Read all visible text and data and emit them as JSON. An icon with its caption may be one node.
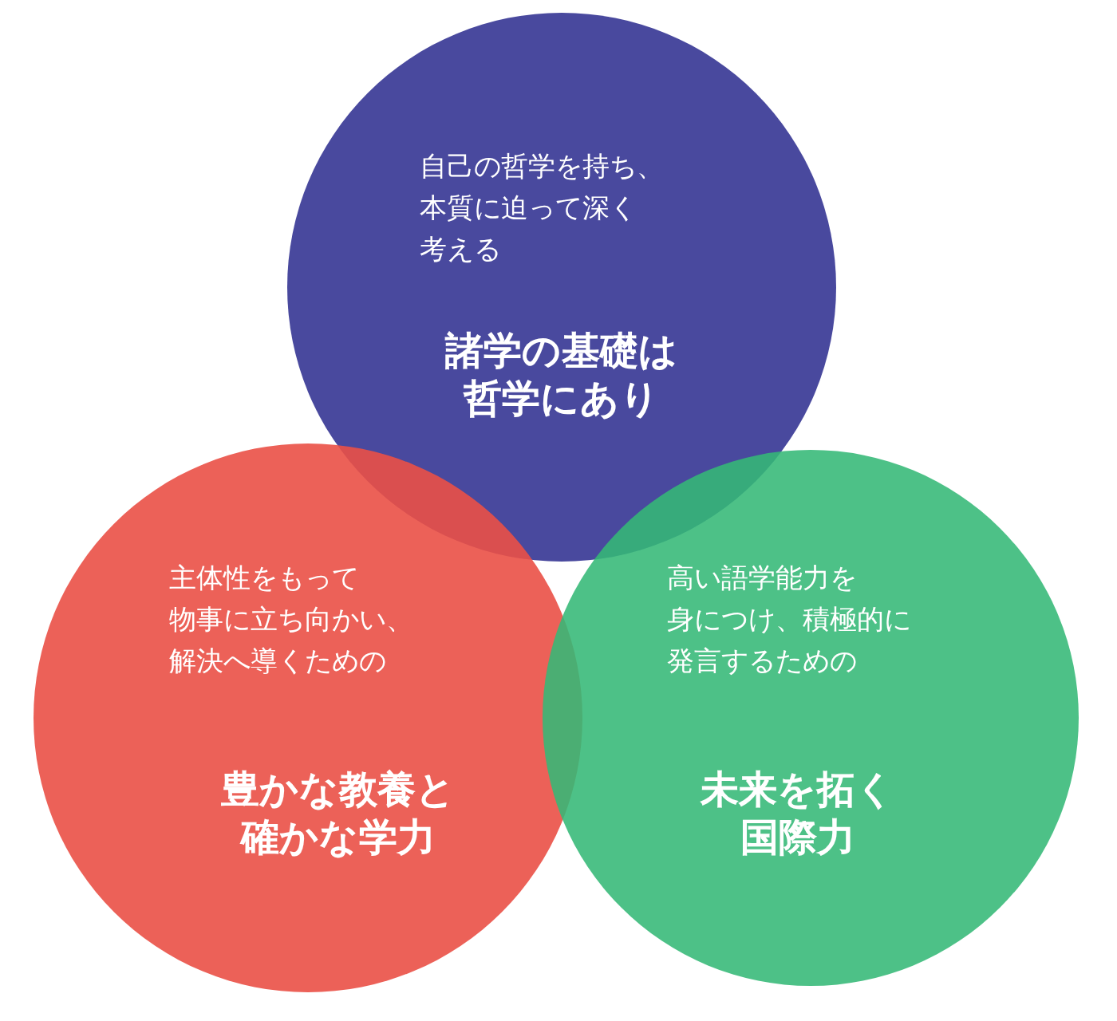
{
  "diagram": {
    "nodes": [
      {
        "text": [
          "自己の哲学を持ち、本質に迫って深く考える",
          "諸学の基礎は哲学にあり"
        ]
      },
      {
        "text": [
          "主体性をもって物事に立ち向かい、解決へ導くための",
          "豊かな教養と確かな学力"
        ]
      },
      {
        "text": [
          "高い語学能力を身につけ、積極的に発言するための",
          "未来を拓く国際力"
        ]
      }
    ]
  }
}
